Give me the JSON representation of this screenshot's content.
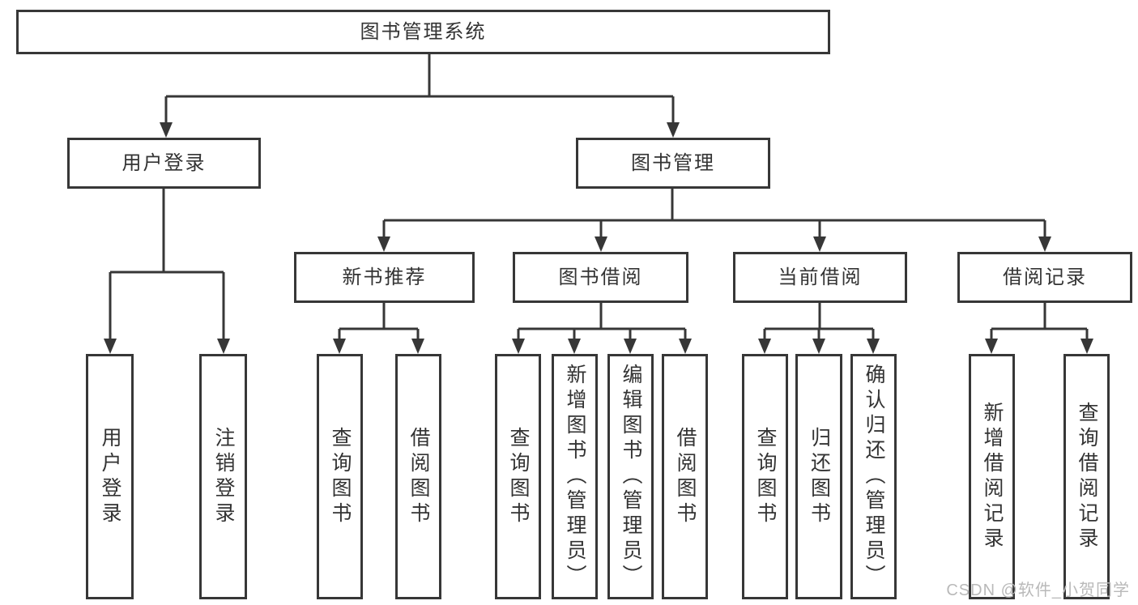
{
  "diagram": {
    "root": {
      "label": "图书管理系统"
    },
    "level2": [
      {
        "label": "用户登录"
      },
      {
        "label": "图书管理"
      }
    ],
    "level3": [
      {
        "label": "新书推荐",
        "parent": "图书管理"
      },
      {
        "label": "图书借阅",
        "parent": "图书管理"
      },
      {
        "label": "当前借阅",
        "parent": "图书管理"
      },
      {
        "label": "借阅记录",
        "parent": "图书管理"
      }
    ],
    "leaves": [
      {
        "label": "用户登录",
        "parent": "用户登录"
      },
      {
        "label": "注销登录",
        "parent": "用户登录"
      },
      {
        "label": "查询图书",
        "parent": "新书推荐"
      },
      {
        "label": "借阅图书",
        "parent": "新书推荐"
      },
      {
        "label": "查询图书",
        "parent": "图书借阅"
      },
      {
        "label": "新增图书（管理员）",
        "parent": "图书借阅"
      },
      {
        "label": "编辑图书（管理员）",
        "parent": "图书借阅"
      },
      {
        "label": "借阅图书",
        "parent": "图书借阅"
      },
      {
        "label": "查询图书",
        "parent": "当前借阅"
      },
      {
        "label": "归还图书",
        "parent": "当前借阅"
      },
      {
        "label": "确认归还（管理员）",
        "parent": "当前借阅"
      },
      {
        "label": "新增借阅记录",
        "parent": "借阅记录"
      },
      {
        "label": "查询借阅记录",
        "parent": "借阅记录"
      }
    ]
  },
  "watermark": {
    "text": "CSDN @软件_小贺同学"
  },
  "colors": {
    "line": "#373737",
    "text": "#333333",
    "box_background": "#ffffff",
    "watermark": "#b9b9b9",
    "background": "#ffffff"
  }
}
